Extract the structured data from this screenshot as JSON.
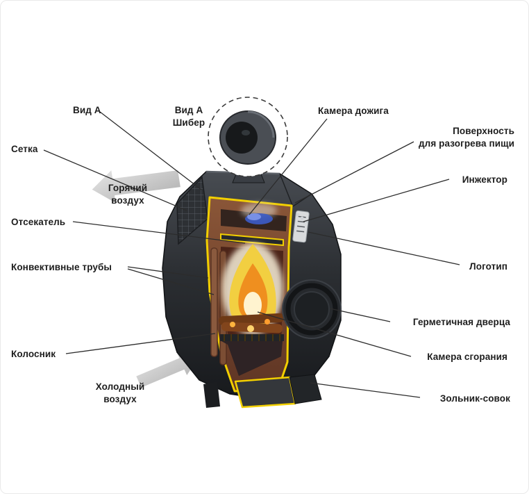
{
  "diagram": {
    "type": "stove-cutaway-schematic",
    "labels": {
      "vid_a": "Вид А",
      "vid_a_shiber": "Вид А\nШибер",
      "kamera_dozhiga": "Камера дожига",
      "poverkhnost": "Поверхность\nдля разогрева пищи",
      "inzhektor": "Инжектор",
      "setka": "Сетка",
      "goryachiy_vozdukh": "Горячий\nвоздух",
      "otsekatel": "Отсекатель",
      "konvektivnye_truby": "Конвективные трубы",
      "logotip": "Логотип",
      "germetichnaya_dvertsa": "Герметичная дверца",
      "kamera_sgoraniya": "Камера сгорания",
      "kolosnik": "Колосник",
      "kholodnyy_vozdukh": "Холодный\nвоздух",
      "zolnik_sovok": "Зольник-совок"
    },
    "colors": {
      "background": "#ffffff",
      "body_dark": "#2b2e32",
      "cut_highlight_yellow": "#f2cf00",
      "interior_brown": "#7a4a30",
      "flame_yellow": "#f2cf3a",
      "flame_orange": "#ef8f1f",
      "secondary_flame_blue": "#3c5cc8",
      "arrow_gray": "#c6c6c6",
      "label_text": "#1d1d1d",
      "leader_line": "#2c2c2c"
    }
  }
}
